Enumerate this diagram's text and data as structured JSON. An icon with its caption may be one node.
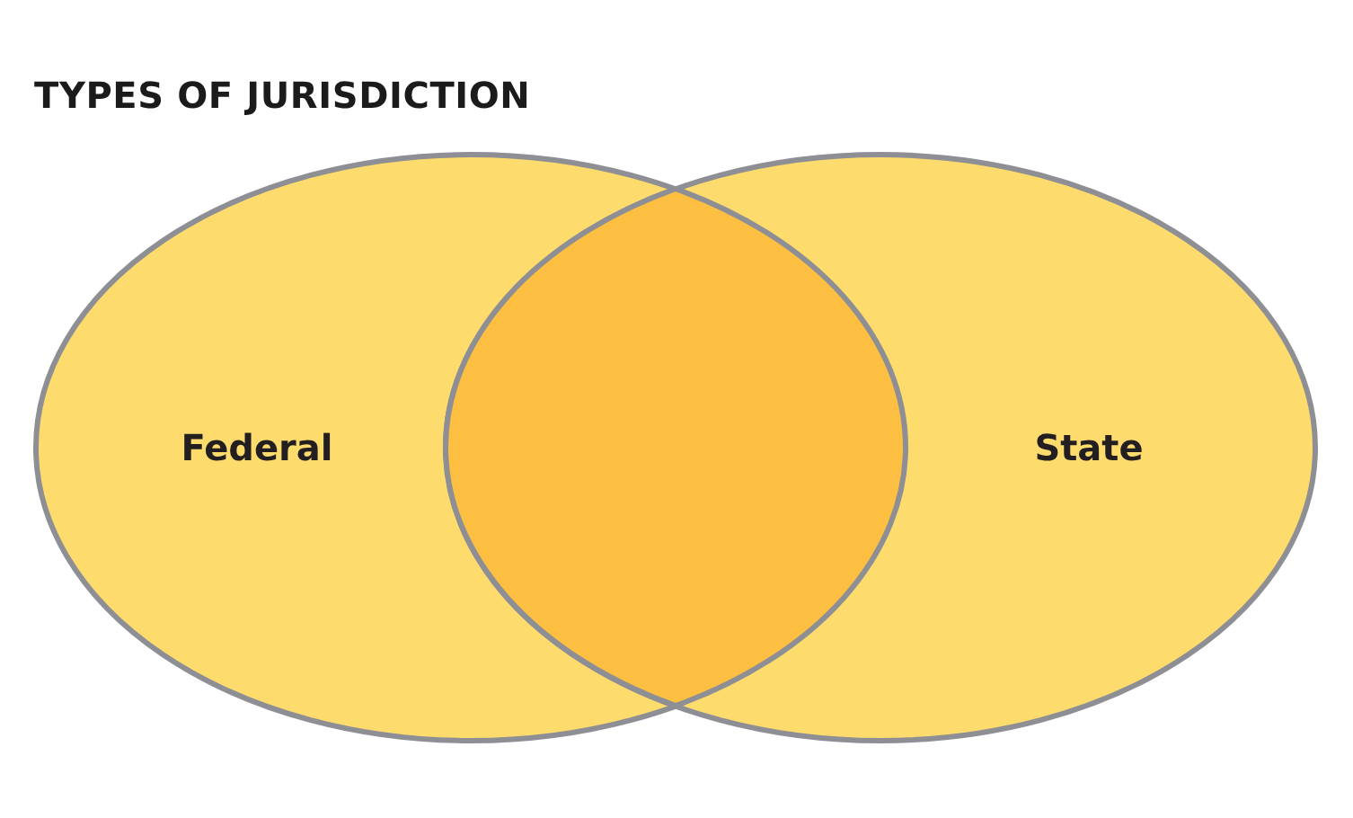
{
  "diagram": {
    "title": "TYPES OF JURISDICTION",
    "nodes": [
      {
        "text": [
          "Federal"
        ]
      },
      {
        "text": [],
        "shape": "lens"
      },
      {
        "text": [
          "State"
        ]
      }
    ]
  }
}
